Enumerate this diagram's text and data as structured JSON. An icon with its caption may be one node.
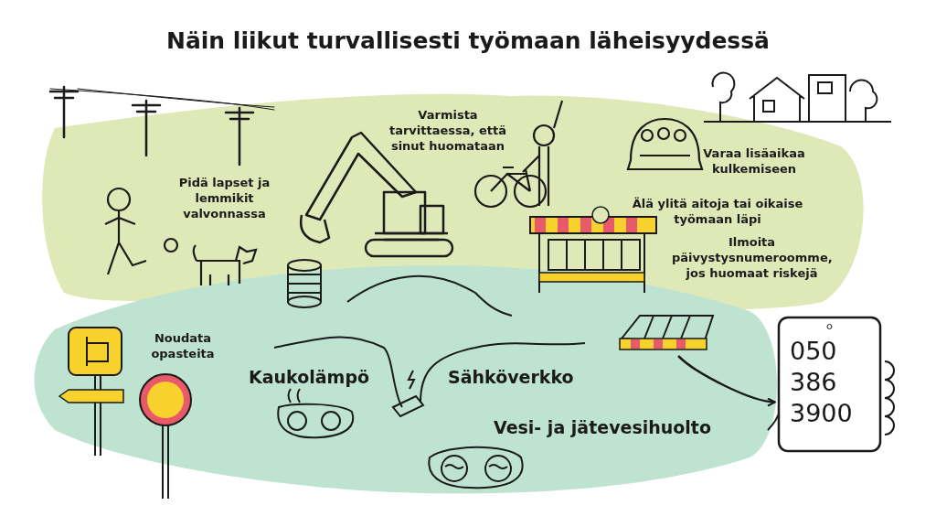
{
  "diagram": {
    "title": "Näin liikut turvallisesti työmaan läheisyydessä",
    "nodes": [
      {
        "text": [],
        "shape": "picture"
      },
      {
        "text": [
          "050 386 3900"
        ]
      }
    ],
    "edges": [
      {
        "from": 0,
        "to": 1,
        "arrow": "to"
      }
    ],
    "labels": [
      "Pidä lapset ja lemmikit valvonnassa",
      "Varmista tarvittaessa, että sinut huomataan",
      "Varaa lisäaikaa kulkemiseen",
      "Älä ylitä aitoja tai oikaise työmaan läpi",
      "Ilmoita päivystysnumeroomme, jos huomaat riskejä",
      "Noudata opasteita",
      "Kaukolämpö",
      "Sähköverkko",
      "Vesi- ja jätevesihuolto"
    ]
  }
}
